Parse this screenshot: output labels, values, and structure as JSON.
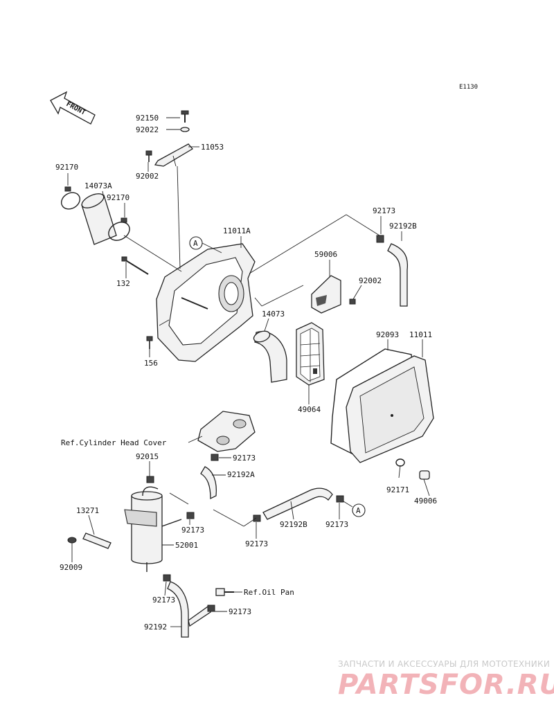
{
  "diagram_code": "E1130",
  "front_arrow": "FRONT",
  "callout_letter": "A",
  "parts": {
    "p92150": "92150",
    "p92022": "92022",
    "p11053": "11053",
    "p92002_top": "92002",
    "p92170_left": "92170",
    "p14073A": "14073A",
    "p92170_right": "92170",
    "p11011A": "11011A",
    "p132": "132",
    "p156": "156",
    "p92173_top": "92173",
    "p92192B_top": "92192B",
    "p59006": "59006",
    "p92002_mid": "92002",
    "p14073": "14073",
    "p92093": "92093",
    "p11011": "11011",
    "p49064": "49064",
    "p92015": "92015",
    "p92173_a": "92173",
    "p92192A": "92192A",
    "p13271": "13271",
    "p92173_b": "92173",
    "p52001": "52001",
    "p92009": "92009",
    "p92173_c": "92173",
    "p92192B_bot": "92192B",
    "p92173_d": "92173",
    "p92171": "92171",
    "p49006": "49006",
    "p92173_e": "92173",
    "p92173_f": "92173",
    "p92192": "92192"
  },
  "references": {
    "cylinder_head_cover": "Ref.Cylinder Head Cover",
    "oil_pan": "Ref.Oil Pan"
  },
  "watermark": {
    "tagline": "ЗАПЧАСТИ И АКСЕССУАРЫ ДЛЯ МОТОТЕХНИКИ",
    "brand": "PARTSFOR.RU"
  }
}
